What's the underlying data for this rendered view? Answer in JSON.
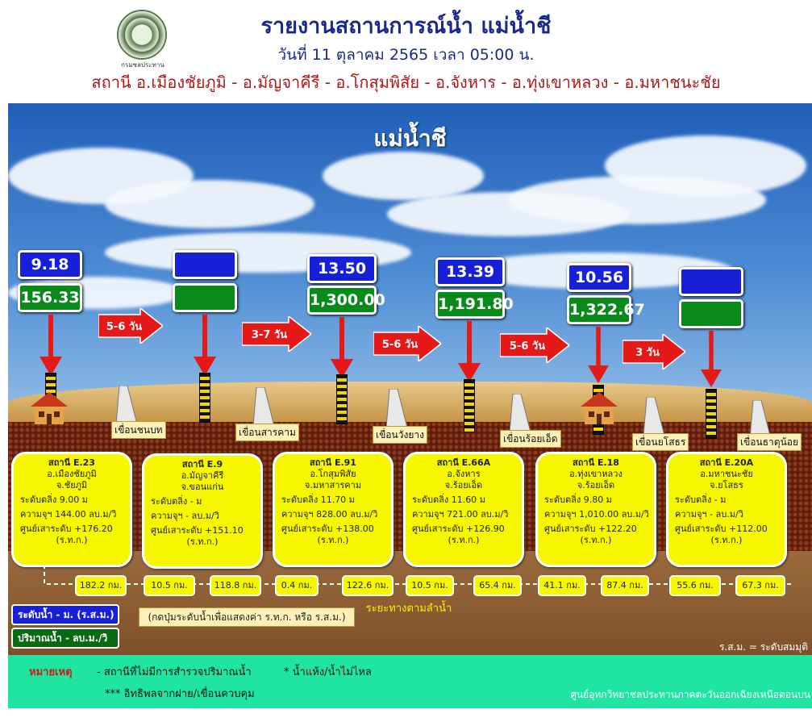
{
  "header": {
    "title": "รายงานสถานการณ์น้ำ แม่น้ำชี",
    "datetime": "วันที่ 11 ตุลาคม 2565 เวลา 05:00 น.",
    "stations_line": "สถานี อ.เมืองชัยภูมิ - อ.มัญจาคีรี - อ.โกสุมพิสัย - อ.จังหาร - อ.ทุ่งเขาหลวง - อ.มหาชนะชัย",
    "logo_caption": "กรมชลประทาน"
  },
  "river_name": "แม่น้ำชี",
  "stations": [
    {
      "level": "9.18",
      "flow": "156.33",
      "code": "สถานี E.23",
      "district": "อ.เมืองชัยภูมิ",
      "province": "จ.ชัยภูมิ",
      "bank": "ระดับตลิ่ง 9.00 ม",
      "capacity": "ความจุฯ 144.00 ลบ.ม/วิ",
      "zero": "ศูนย์เสาระดับ +176.20",
      "ref": "(ร.ท.ก.)"
    },
    {
      "level": "",
      "flow": "",
      "code": "สถานี E.9",
      "district": "อ.มัญจาคีรี",
      "province": "จ.ขอนแก่น",
      "bank": "ระดับตลิ่ง - ม",
      "capacity": "ความจุฯ - ลบ.ม/วิ",
      "zero": "ศูนย์เสาระดับ +151.10",
      "ref": "(ร.ท.ก.)"
    },
    {
      "level": "13.50",
      "flow": "1,300.00",
      "code": "สถานี E.91",
      "district": "อ.โกสุมพิสัย",
      "province": "จ.มหาสารคาม",
      "bank": "ระดับตลิ่ง 11.70 ม",
      "capacity": "ความจุฯ 828.00 ลบ.ม/วิ",
      "zero": "ศูนย์เสาระดับ +138.00",
      "ref": "(ร.ท.ก.)"
    },
    {
      "level": "13.39",
      "flow": "1,191.80",
      "code": "สถานี E.66A",
      "district": "อ.จังหาร",
      "province": "จ.ร้อยเอ็ด",
      "bank": "ระดับตลิ่ง 11.60 ม",
      "capacity": "ความจุฯ 721.00 ลบ.ม/วิ",
      "zero": "ศูนย์เสาระดับ +126.90",
      "ref": "(ร.ท.ก.)"
    },
    {
      "level": "10.56",
      "flow": "1,322.67",
      "code": "สถานี E.18",
      "district": "อ.ทุ่งเขาหลวง",
      "province": "จ.ร้อยเอ็ด",
      "bank": "ระดับตลิ่ง 9.80 ม",
      "capacity": "ความจุฯ 1,010.00 ลบ.ม/วิ",
      "zero": "ศูนย์เสาระดับ +122.20",
      "ref": "(ร.ท.ก.)"
    },
    {
      "level": "",
      "flow": "",
      "code": "สถานี E.20A",
      "district": "อ.มหาชนะชัย",
      "province": "จ.ยโสธร",
      "bank": "ระดับตลิ่ง - ม",
      "capacity": "ความจุฯ - ลบ.ม/วิ",
      "zero": "ศูนย์เสาระดับ +112.00",
      "ref": "(ร.ท.ก.)"
    }
  ],
  "travel_times": [
    "5-6 วัน",
    "3-7 วัน",
    "5-6 วัน",
    "5-6 วัน",
    "3 วัน"
  ],
  "dams": [
    "เขื่อนชนบท",
    "เขื่อนสารคาม",
    "เขื่อนวังยาง",
    "เขื่อนร้อยเอ็ด",
    "เขื่อนยโสธร",
    "เขื่อนธาตุน้อย"
  ],
  "distances": [
    "182.2 กม.",
    "10.5 กม.",
    "118.8 กม.",
    "0.4 กม.",
    "122.6 กม.",
    "10.5 กม.",
    "65.4 กม.",
    "41.1 กม.",
    "87.4 กม.",
    "55.6 กม.",
    "67.3 กม."
  ],
  "legend": {
    "level": "ระดับน้ำ - ม. (ร.ส.ม.)",
    "flow": "ปริมาณน้ำ - ลบ.ม./วิ",
    "click_note": "(กดปุ่มระดับน้ำเพื่อแสดงค่า ร.ท.ก. หรือ ร.ส.ม.)",
    "dist_caption": "ระยะทางตามลำน้ำ",
    "rsm_note": "ร.ส.ม. = ระดับสมมุติ"
  },
  "footer": {
    "label": "หมายเหตุ",
    "note1": "-  สถานีที่ไม่มีการสำรวจปริมาณน้ำ",
    "note2": "*   น้ำแห้ง/น้ำไม่ไหล",
    "note3": "*** อิทธิพลจากฝาย/เขื่อนควบคุม",
    "center": "ศูนย์อุทกวิทยาชลประทานภาคตะวันออกเฉียงเหนือตอนบน"
  },
  "colors": {
    "level_box": "#1720d6",
    "flow_box": "#0a8a1a",
    "card": "#f6f600",
    "arrow": "#e61919"
  }
}
